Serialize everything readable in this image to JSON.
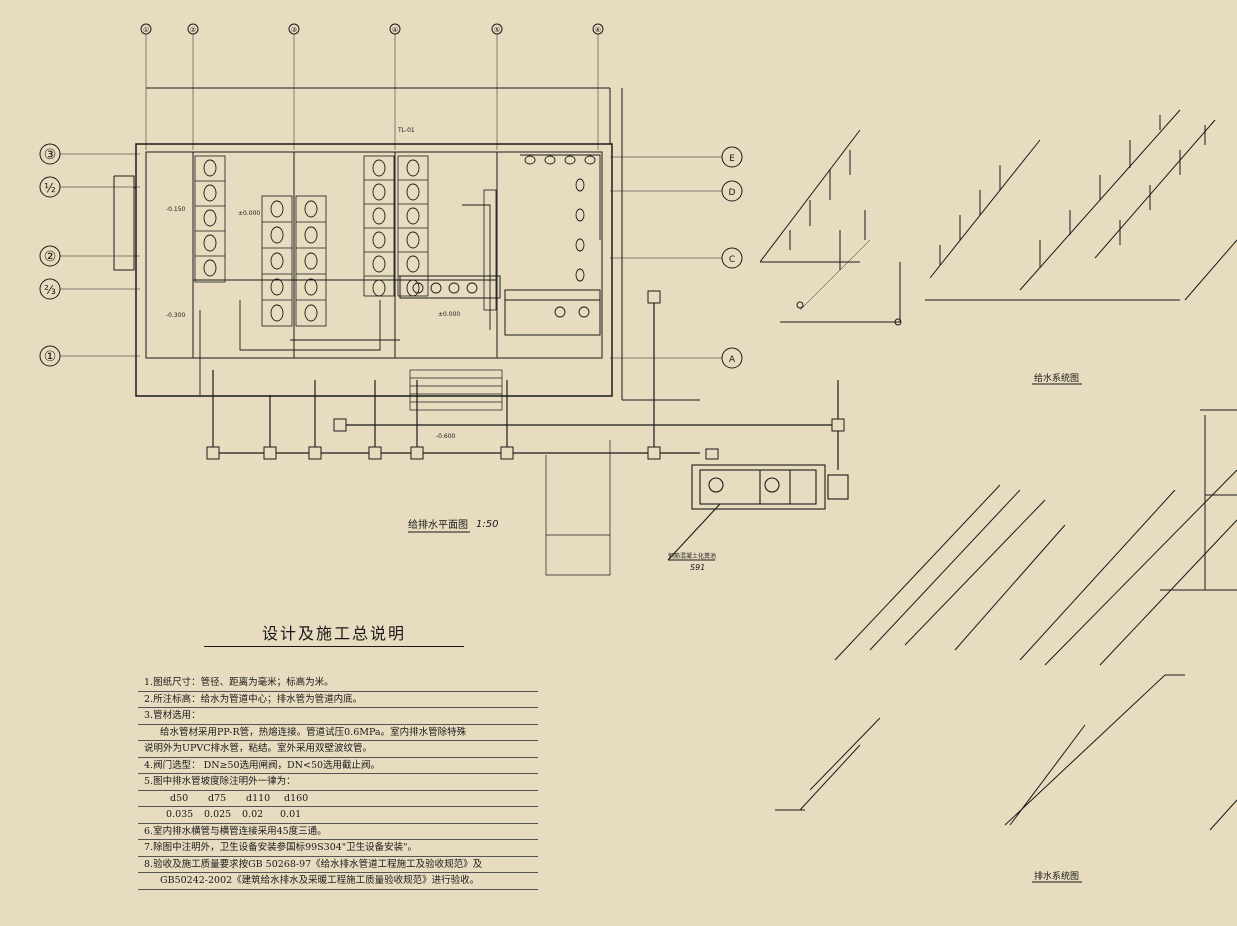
{
  "grid": {
    "columns": [
      "①",
      "②",
      "③",
      "④",
      "⑤",
      "⑥"
    ],
    "rows": [
      "③",
      "½",
      "②",
      "⅔",
      "①"
    ],
    "right_rows": [
      "E",
      "D",
      "C",
      "A"
    ]
  },
  "plan": {
    "title": "给排水平面图",
    "scale": "1:50",
    "elevations": [
      "-0.150",
      "±0.000",
      "-0.300",
      "±0.000",
      "-0.600"
    ],
    "riser_label": "TL-01",
    "inspection_label": "钢筋混凝土化粪池",
    "inspection_ref": "S91"
  },
  "supply_system": {
    "title": "给水系统图"
  },
  "drain_system": {
    "title": "排水系统图"
  },
  "notes": {
    "title": "设计及施工总说明",
    "lines": [
      "1.图纸尺寸：管径、距离为毫米；标高为米。",
      "2.所注标高：给水为管道中心；排水管为管道内底。",
      "3.管材选用：",
      "给水管材采用PP-R管，热熔连接。管道试压0.6MPa。室内排水管除特殊",
      "说明外为UPVC排水管，粘结。室外采用双壁波纹管。",
      "4.阀门选型：    DN≥50选用闸阀，DN<50选用截止阀。",
      "5.图中排水管坡度除注明外一律为："
    ],
    "sizes": [
      "d50",
      "d75",
      "d110",
      "d160"
    ],
    "slopes": [
      "0.035",
      "0.025",
      "0.02",
      "0.01"
    ],
    "lines2": [
      "6.室内排水横管与横管连接采用45度三通。",
      "7.除图中注明外，卫生设备安装参国标99S304\"卫生设备安装\"。",
      "8.验收及施工质量要求按GB 50268-97《给水排水管道工程施工及验收规范》及",
      "GB50242-2002《建筑给水排水及采暖工程施工质量验收规范》进行验收。"
    ]
  },
  "colors": {
    "background": "#e8dcc0",
    "line": "#1a1a1a"
  }
}
